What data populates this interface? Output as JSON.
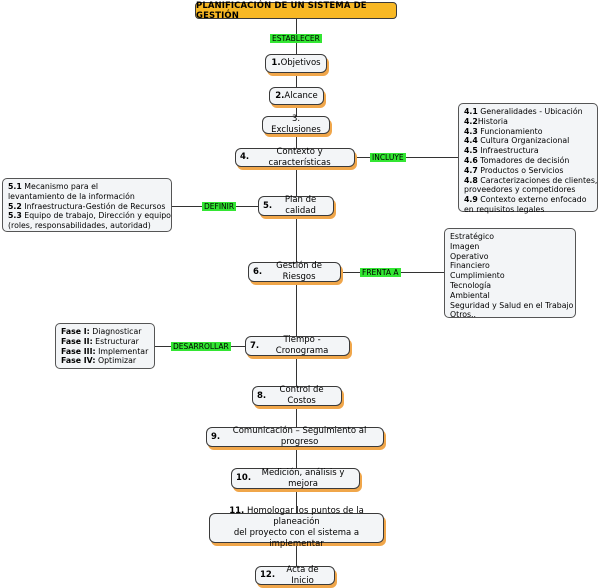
{
  "title": "PLANIFICACIÓN DE UN SISTEMA DE GESTIÓN",
  "establecer": "ESTABLECER",
  "steps": [
    {
      "num": "1.",
      "text": " Objetivos"
    },
    {
      "num": "2.",
      "text": " Alcance"
    },
    {
      "num": "",
      "text": "3. Exclusiones"
    },
    {
      "num": "4.",
      "text": " Contexto y características"
    },
    {
      "num": "5.",
      "text": " Plan de calidad"
    },
    {
      "num": "6.",
      "text": " Gestión de Riesgos"
    },
    {
      "num": "7.",
      "text": " Tiempo - Cronograma"
    },
    {
      "num": "8.",
      "text": " Control de Costos"
    },
    {
      "num": "9.",
      "text": " Comunicación – Seguimiento al progreso"
    },
    {
      "num": "10.",
      "text": " Medición, análisis y mejora"
    },
    {
      "num": "11.",
      "text": " Homologar los puntos de la planeación",
      "text2": "del proyecto con el sistema a implementar"
    },
    {
      "num": "12.",
      "text": " Acta de Inicio"
    }
  ],
  "labels": {
    "incluye": "INCLUYE",
    "definir": "DEFINIR",
    "frenta": "FRENTA A",
    "desarrollar": "DESARROLLAR"
  },
  "incluye_items": [
    {
      "num": "4.1",
      "text": " Generalidades - Ubicación"
    },
    {
      "num": "4.2",
      "text": "Historia"
    },
    {
      "num": "4.3",
      "text": " Funcionamiento"
    },
    {
      "num": "4.4",
      "text": " Cultura Organizacional"
    },
    {
      "num": "4.5",
      "text": " Infraestructura"
    },
    {
      "num": "4.6",
      "text": " Tomadores de decisión"
    },
    {
      "num": "4.7",
      "text": " Productos o Servicios"
    },
    {
      "num": "4.8",
      "text": " Caracterizaciones de clientes,"
    },
    {
      "num": "",
      "text": "proveedores y competidores"
    },
    {
      "num": "4.9",
      "text": " Contexto externo enfocado"
    },
    {
      "num": "",
      "text": "en requisitos legales"
    }
  ],
  "definir_items": [
    {
      "num": "5.1",
      "text": " Mecanismo para el"
    },
    {
      "num": "",
      "text": "levantamiento de la información"
    },
    {
      "num": "5.2",
      "text": " Infraestructura-Gestión de Recursos"
    },
    {
      "num": "5.3",
      "text": " Equipo de trabajo, Dirección y equipo"
    },
    {
      "num": "",
      "text": "(roles, responsabilidades, autoridad)"
    }
  ],
  "riesgos_items": [
    "Estratégico",
    "Imagen",
    "Operativo",
    "Financiero",
    "Cumplimiento",
    "Tecnología",
    "Ambiental",
    "Seguridad y Salud en el Trabajo",
    "Otros.."
  ],
  "fases": [
    {
      "num": "Fase I:",
      "text": " Diagnosticar"
    },
    {
      "num": "Fase II:",
      "text": " Estructurar"
    },
    {
      "num": "Fase III:",
      "text": " Implementar"
    },
    {
      "num": "Fase IV:",
      "text": " Optimizar"
    }
  ]
}
